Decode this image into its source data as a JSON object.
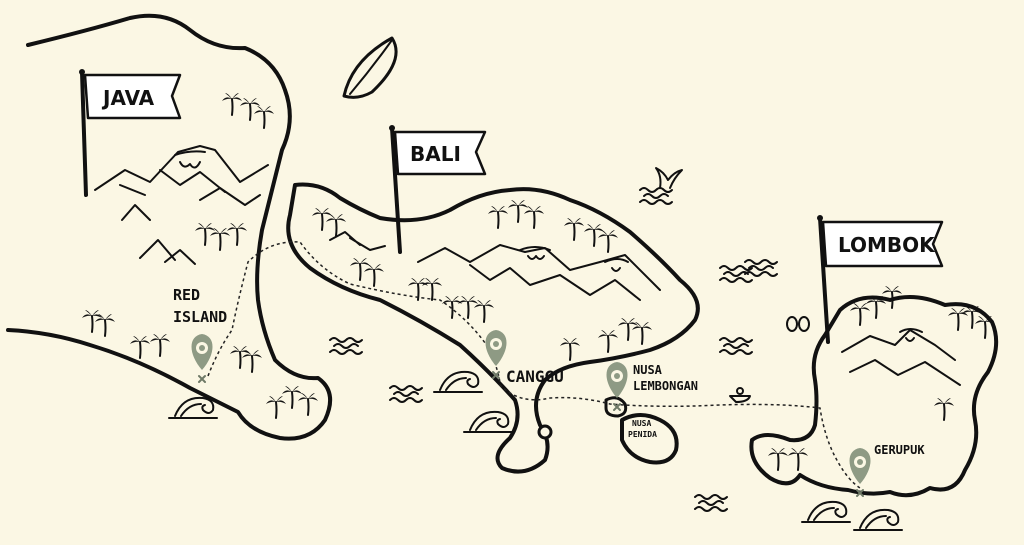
{
  "islands": {
    "java": {
      "flag_label": "JAVA"
    },
    "bali": {
      "flag_label": "BALI"
    },
    "lombok": {
      "flag_label": "LOMBOK"
    }
  },
  "locations": {
    "red_island": {
      "line1": "RED",
      "line2": "ISLAND"
    },
    "canggu": {
      "label": "CANGGU"
    },
    "nusa_lembongan": {
      "line1": "NUSA",
      "line2": "LEMBONGAN"
    },
    "nusa_penida": {
      "line1": "NUSA",
      "line2": "PENIDA"
    },
    "gerupuk": {
      "label": "GERUPUK"
    }
  },
  "colors": {
    "background": "#fbf7e4",
    "ink": "#111111",
    "pin": "#8e9a84"
  },
  "icons": [
    "surfboard-icon",
    "whale-tail-icon",
    "boat-icon",
    "volcano-icon",
    "palm-tree-icon",
    "wave-icon",
    "location-pin-icon"
  ]
}
